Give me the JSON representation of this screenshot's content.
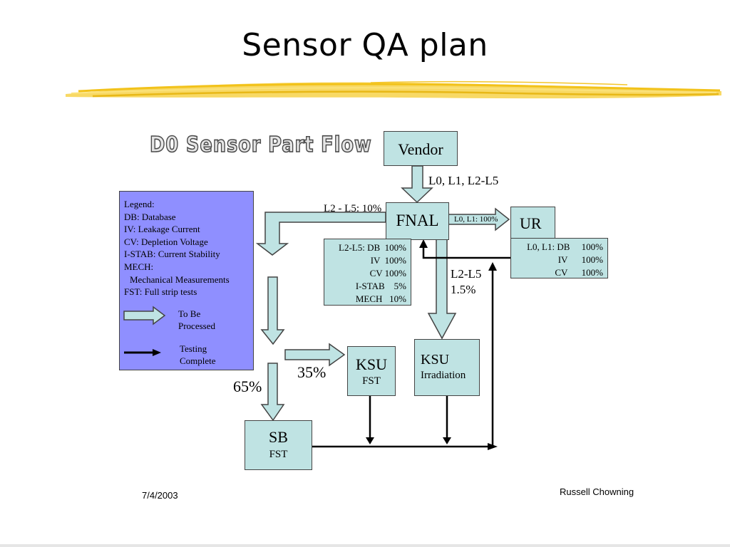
{
  "slide": {
    "title": "Sensor QA plan",
    "footer_date": "7/4/2003",
    "footer_author": "Russell Chowning"
  },
  "diagram": {
    "title": "D0 Sensor Part Flow",
    "vendor": "Vendor",
    "vendor_to_fnal": "L0, L1, L2-L5",
    "fnal": "FNAL",
    "fnal_to_ur": "L0, L1: 100%",
    "fnal_to_left": "L2 - L5: 10%",
    "fnal_stats": [
      "L2-L5: DB  100%",
      "IV  100%",
      "CV 100%",
      "I-STAB    5%",
      "MECH   10%"
    ],
    "ur": "UR",
    "ur_stats": [
      "L0, L1: DB     100%",
      "IV      100%",
      "CV      100%"
    ],
    "fnal_to_ksu_irr": "L2-L5",
    "fnal_to_ksu_irr_pct": "1.5%",
    "pct_ksu_fst": "35%",
    "pct_sb": "65%",
    "ksu_fst_name": "KSU",
    "ksu_fst_sub": "FST",
    "ksu_irr_name": "KSU",
    "ksu_irr_sub": "Irradiation",
    "sb_name": "SB",
    "sb_sub": "FST"
  },
  "legend": {
    "heading": "Legend:",
    "items": [
      "DB: Database",
      "IV: Leakage Current",
      "CV: Depletion Voltage",
      "I-STAB: Current Stability",
      "MECH:",
      "Mechanical Measurements",
      "FST: Full strip tests"
    ],
    "to_be_processed": [
      "To Be",
      "Processed"
    ],
    "testing_complete": [
      "Testing",
      "Complete"
    ]
  },
  "colors": {
    "box_fill": "#bfe3e3",
    "legend_fill": "#8f8fff",
    "stroke": "#444444",
    "highlight_stroke": "#f2c21a"
  }
}
